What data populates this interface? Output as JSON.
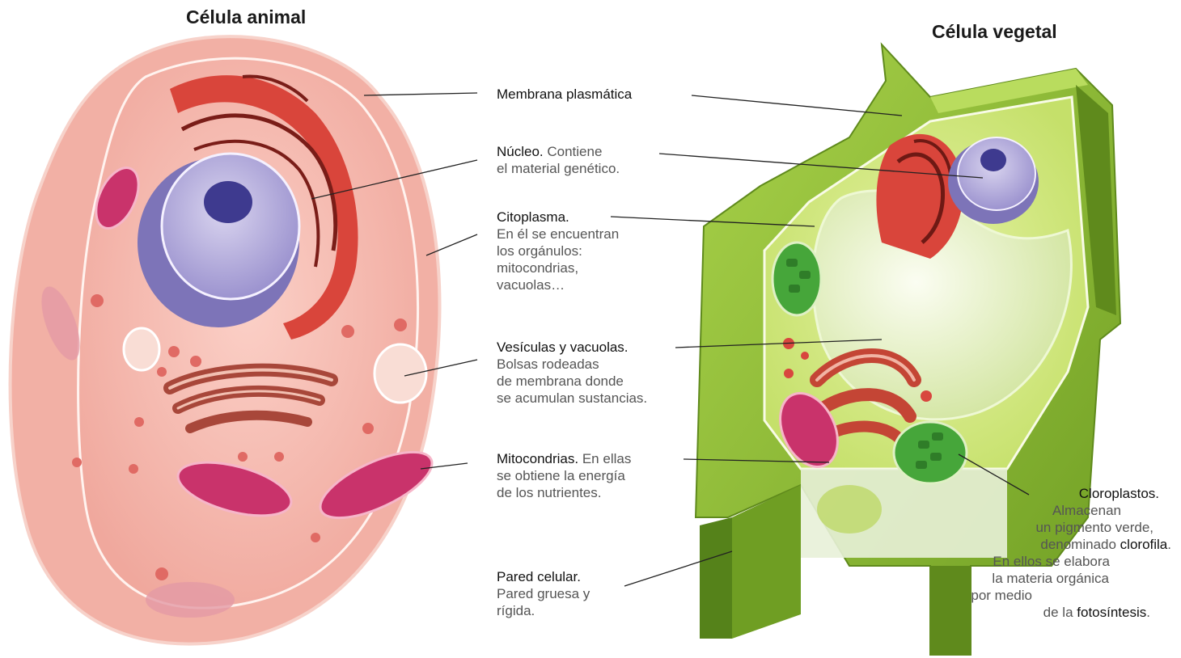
{
  "titles": {
    "animal": "Célula animal",
    "vegetal": "Célula vegetal"
  },
  "labels": {
    "membrana": {
      "head": "Membrana plasmática"
    },
    "nucleo": {
      "head": "Núcleo.",
      "tail": "Contiene",
      "lines": [
        "el material genético."
      ]
    },
    "citoplasma": {
      "head": "Citoplasma.",
      "lines": [
        "En él se encuentran",
        "los orgánulos:",
        "mitocondrias,",
        "vacuolas…"
      ]
    },
    "vesiculas": {
      "head": "Vesículas y vacuolas.",
      "lines": [
        "Bolsas rodeadas",
        "de membrana donde",
        "se acumulan sustancias."
      ]
    },
    "mitocondrias": {
      "head": "Mitocondrias.",
      "tail": "En ellas",
      "lines": [
        "se obtiene la energía",
        "de los nutrientes."
      ]
    },
    "pared": {
      "head": "Pared celular.",
      "lines": [
        "Pared gruesa y",
        "rígida."
      ]
    },
    "cloroplastos": {
      "head": "Cloroplastos.",
      "line1": "Almacenan",
      "line2": "un pigmento verde,",
      "line3_pre": "denominado",
      "line3_bold": "clorofila",
      "line3_post": ".",
      "line4": "En ellos se elabora",
      "line5": "la materia orgánica",
      "line6": "por medio",
      "line7_pre": "de la",
      "line7_bold": "fotosíntesis",
      "line7_post": "."
    }
  },
  "colors": {
    "animal_cytoplasm": "#f4b7ae",
    "animal_border": "#f7c9c0",
    "nucleus": "#8f86c6",
    "nucleolus": "#3e3a8f",
    "reticulum": "#d9453b",
    "golgi": "#b34a3a",
    "mitochondria": "#c9336b",
    "plant_wall": "#8cbd2e",
    "plant_cytoplasm": "#d9ec8e",
    "vacuole": "#eef5d6",
    "chloroplast": "#46a63a",
    "leader_line": "#222222"
  }
}
